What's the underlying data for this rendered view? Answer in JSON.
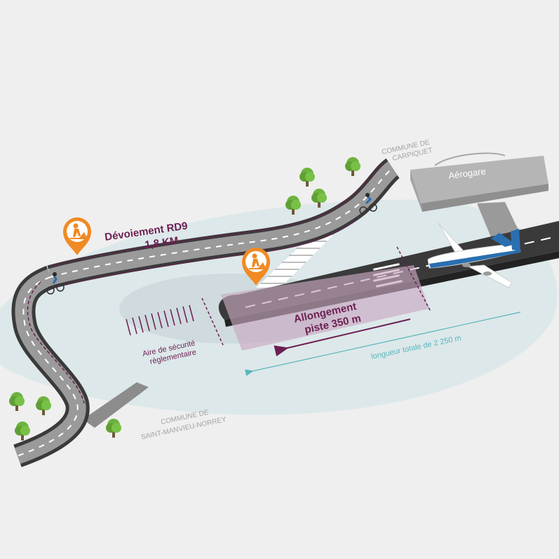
{
  "labels": {
    "commune_carpiquet": [
      "COMMUNE DE",
      "CARPIQUET"
    ],
    "commune_saint_manvieu": [
      "COMMUNE DE",
      "SAINT-MANVIEU-NORREY"
    ],
    "aerogare": "Aérogare",
    "devoiement": [
      "Dévoiement RD9",
      "1,8 KM"
    ],
    "allongement": [
      "Allongement",
      "piste 350 m"
    ],
    "aire_securite": [
      "Aire de sécurité",
      "règlementaire"
    ],
    "longueur_totale": "longueur totale de 2 250 m"
  },
  "colors": {
    "background": "#efefef",
    "zone": "#dde8ea",
    "road": "#3a3a3a",
    "accent_purple": "#6b1f52",
    "extension_fill": "#c9a9c2",
    "teal_arrow": "#58b6bb",
    "work_pin": "#f08a24",
    "tree": "#6db33f"
  },
  "icons": [
    "roadwork-pin-icon",
    "tree-icon",
    "plane-icon",
    "cyclist-icon"
  ]
}
